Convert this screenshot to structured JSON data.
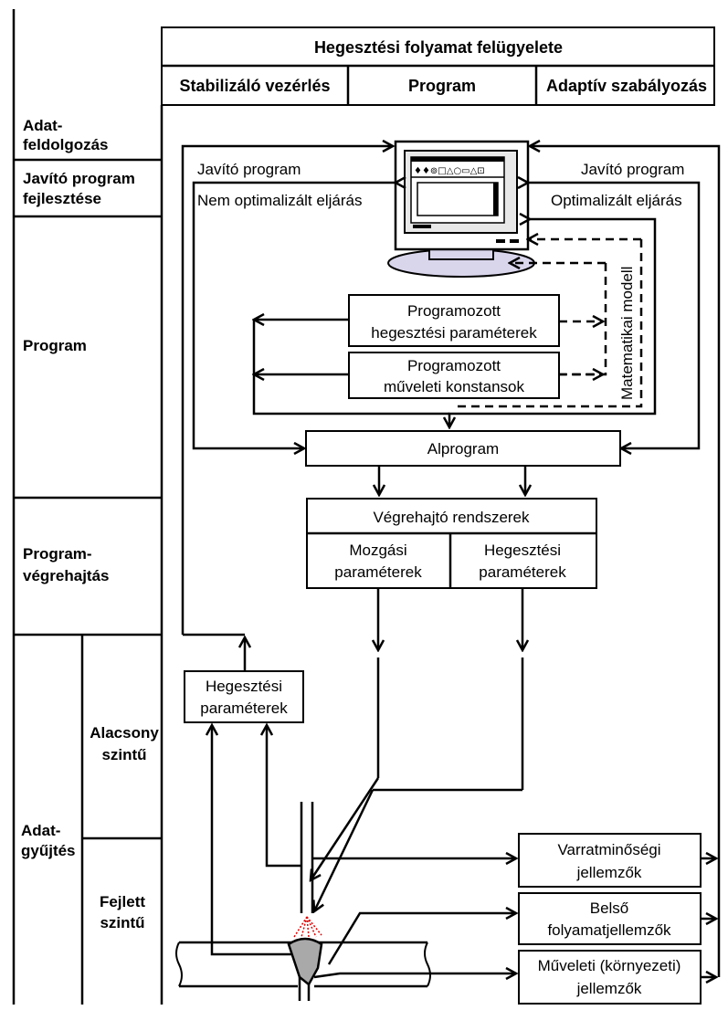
{
  "header": {
    "title": "Hegesztési folyamat felügyelete",
    "columns": [
      "Stabilizáló vezérlés",
      "Program",
      "Adaptív szabályozás"
    ]
  },
  "rows": {
    "adatfeldolgozas": [
      "Adat-",
      "feldolgozás"
    ],
    "javito": [
      "Javító program",
      "fejlesztése"
    ],
    "program": "Program",
    "vegrehajtas": [
      "Program-",
      "végrehajtás"
    ],
    "adatgyujtes": [
      "Adat-",
      "gyűjtés"
    ],
    "alacsony": [
      "Alacsony",
      "szintű"
    ],
    "fejlett": [
      "Fejlett",
      "szintű"
    ]
  },
  "flow": {
    "javito_left": "Javító program",
    "nem_opt": "Nem optimalizált eljárás",
    "javito_right": "Javító program",
    "opt": "Optimalizált eljárás",
    "matek": "Matematikai modell",
    "prog_param": [
      "Programozott",
      "hegesztési paraméterek"
    ],
    "prog_konst": [
      "Programozott",
      "műveleti konstansok"
    ],
    "alprogram": "Alprogram",
    "vegrehajto": "Végrehajtó rendszerek",
    "mozgasi": [
      "Mozgási",
      "paraméterek"
    ],
    "hegesztesi_p": [
      "Hegesztési",
      "paraméterek"
    ],
    "heg_param_left": [
      "Hegesztési",
      "paraméterek"
    ],
    "varrat": [
      "Varratminőségi",
      "jellemzők"
    ],
    "belso": [
      "Belső",
      "folyamatjellemzők"
    ],
    "muveleti": [
      "Műveleti (környezeti)",
      "jellemzők"
    ]
  }
}
